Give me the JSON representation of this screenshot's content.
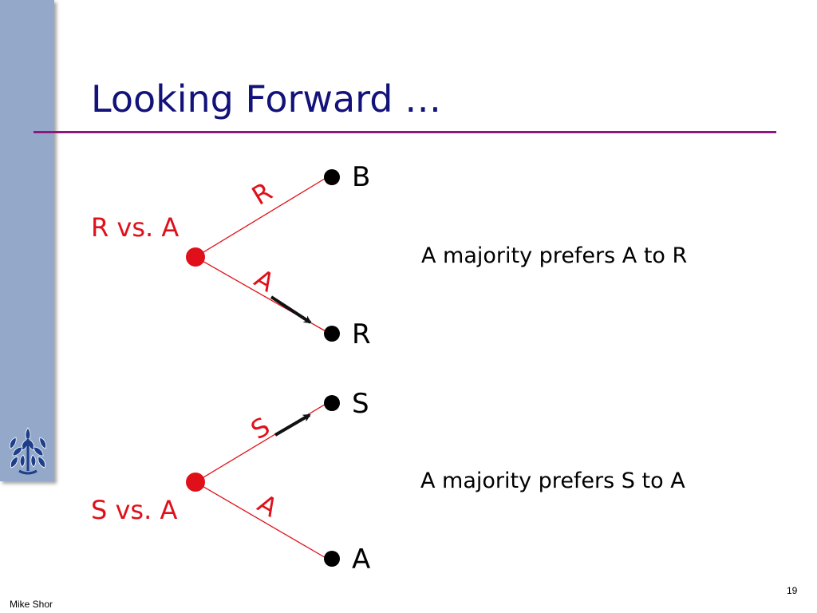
{
  "slide": {
    "title": "Looking Forward …",
    "author": "Mike Shor",
    "page_number": "19"
  },
  "colors": {
    "sidebar": "#94a9c9",
    "title": "#12127a",
    "rule": "#8c1a7e",
    "tree": "#e0101a",
    "logo": "#1d3f8a"
  },
  "icons": {
    "logo": "oak-leaf-seal-icon"
  },
  "tree1": {
    "label": "R vs. A",
    "branch_up": "R",
    "branch_down": "A",
    "leaf_up": "B",
    "leaf_down": "R",
    "note": "A majority prefers A to R"
  },
  "tree2": {
    "label": "S vs. A",
    "branch_up": "S",
    "branch_down": "A",
    "leaf_up": "S",
    "leaf_down": "A",
    "note": "A majority prefers S to A"
  }
}
